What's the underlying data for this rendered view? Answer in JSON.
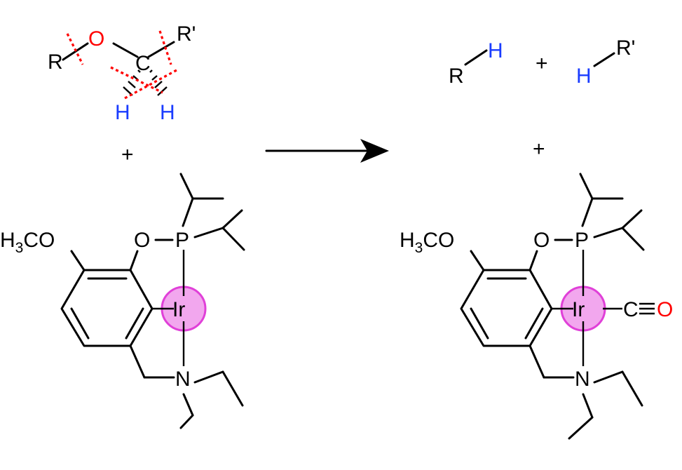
{
  "reactant_substrate": {
    "atom_O": "O",
    "atom_C": "C",
    "group_R": "R",
    "group_R_prime": "R'",
    "atom_H_left": "H",
    "atom_H_right": "H",
    "cleavage_color": "#ff0000",
    "hydrogen_color": "#1a3cff",
    "oxygen_color": "#ff0000"
  },
  "plus_signs": [
    "+",
    "+",
    "+"
  ],
  "products_small": {
    "rh": {
      "group_R": "R",
      "atom_H": "H"
    },
    "hr_prime": {
      "atom_H": "H",
      "group_R_prime": "R'"
    }
  },
  "complex_left": {
    "methoxy_main": "H",
    "methoxy_sub": "3",
    "methoxy_tail": "CO",
    "atom_O": "O",
    "atom_P": "P",
    "metal": "Ir",
    "atom_N": "N",
    "metal_highlight": "#f2a7ee"
  },
  "complex_right": {
    "methoxy_main": "H",
    "methoxy_sub": "3",
    "methoxy_tail": "CO",
    "atom_O": "O",
    "atom_P": "P",
    "metal": "Ir",
    "atom_N": "N",
    "ligand_C": "C",
    "ligand_O": "O",
    "metal_highlight": "#f2a7ee"
  },
  "arrow": {
    "direction": "right"
  }
}
